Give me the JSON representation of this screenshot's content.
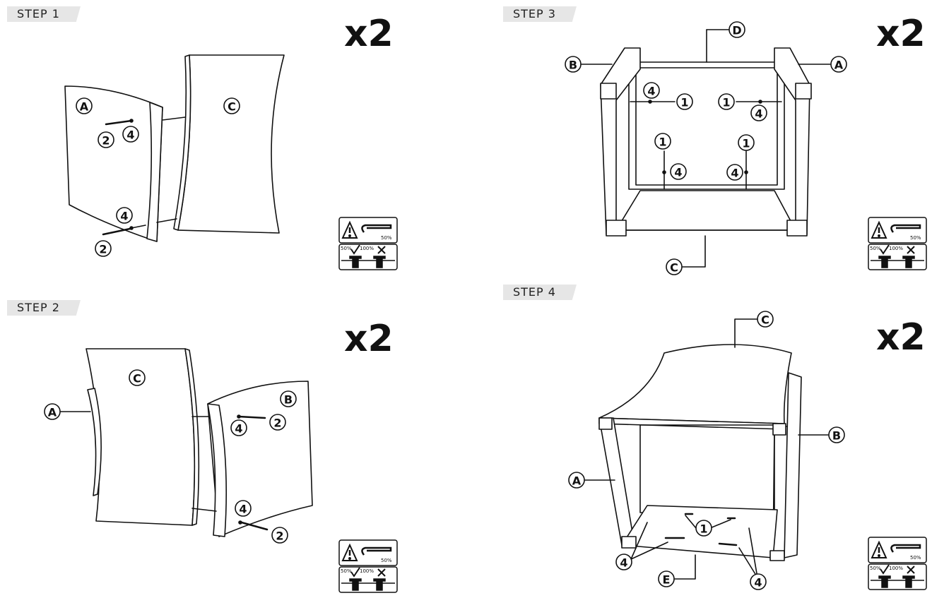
{
  "steps": [
    {
      "label": "STEP 1",
      "quantity": "x2",
      "parts": [
        "A",
        "C"
      ],
      "hardware": [
        "2",
        "4",
        "4",
        "2"
      ]
    },
    {
      "label": "STEP 2",
      "quantity": "x2",
      "parts": [
        "C",
        "A",
        "B"
      ],
      "hardware": [
        "4",
        "2",
        "4",
        "2"
      ]
    },
    {
      "label": "STEP 3",
      "quantity": "x2",
      "parts": [
        "D",
        "B",
        "A",
        "C"
      ],
      "hardware": [
        "4",
        "1",
        "1",
        "4",
        "1",
        "1",
        "4",
        "4"
      ]
    },
    {
      "label": "STEP 4",
      "quantity": "x2",
      "parts": [
        "C",
        "B",
        "A",
        "E"
      ],
      "hardware": [
        "1",
        "4",
        "4"
      ]
    }
  ],
  "warning": {
    "torque_label": "50%",
    "depth_ok_a": "50%",
    "depth_ok_b": "100%"
  },
  "icons": [
    "warning-triangle-icon",
    "screwdriver-torque-icon",
    "check-icon",
    "cross-icon"
  ]
}
